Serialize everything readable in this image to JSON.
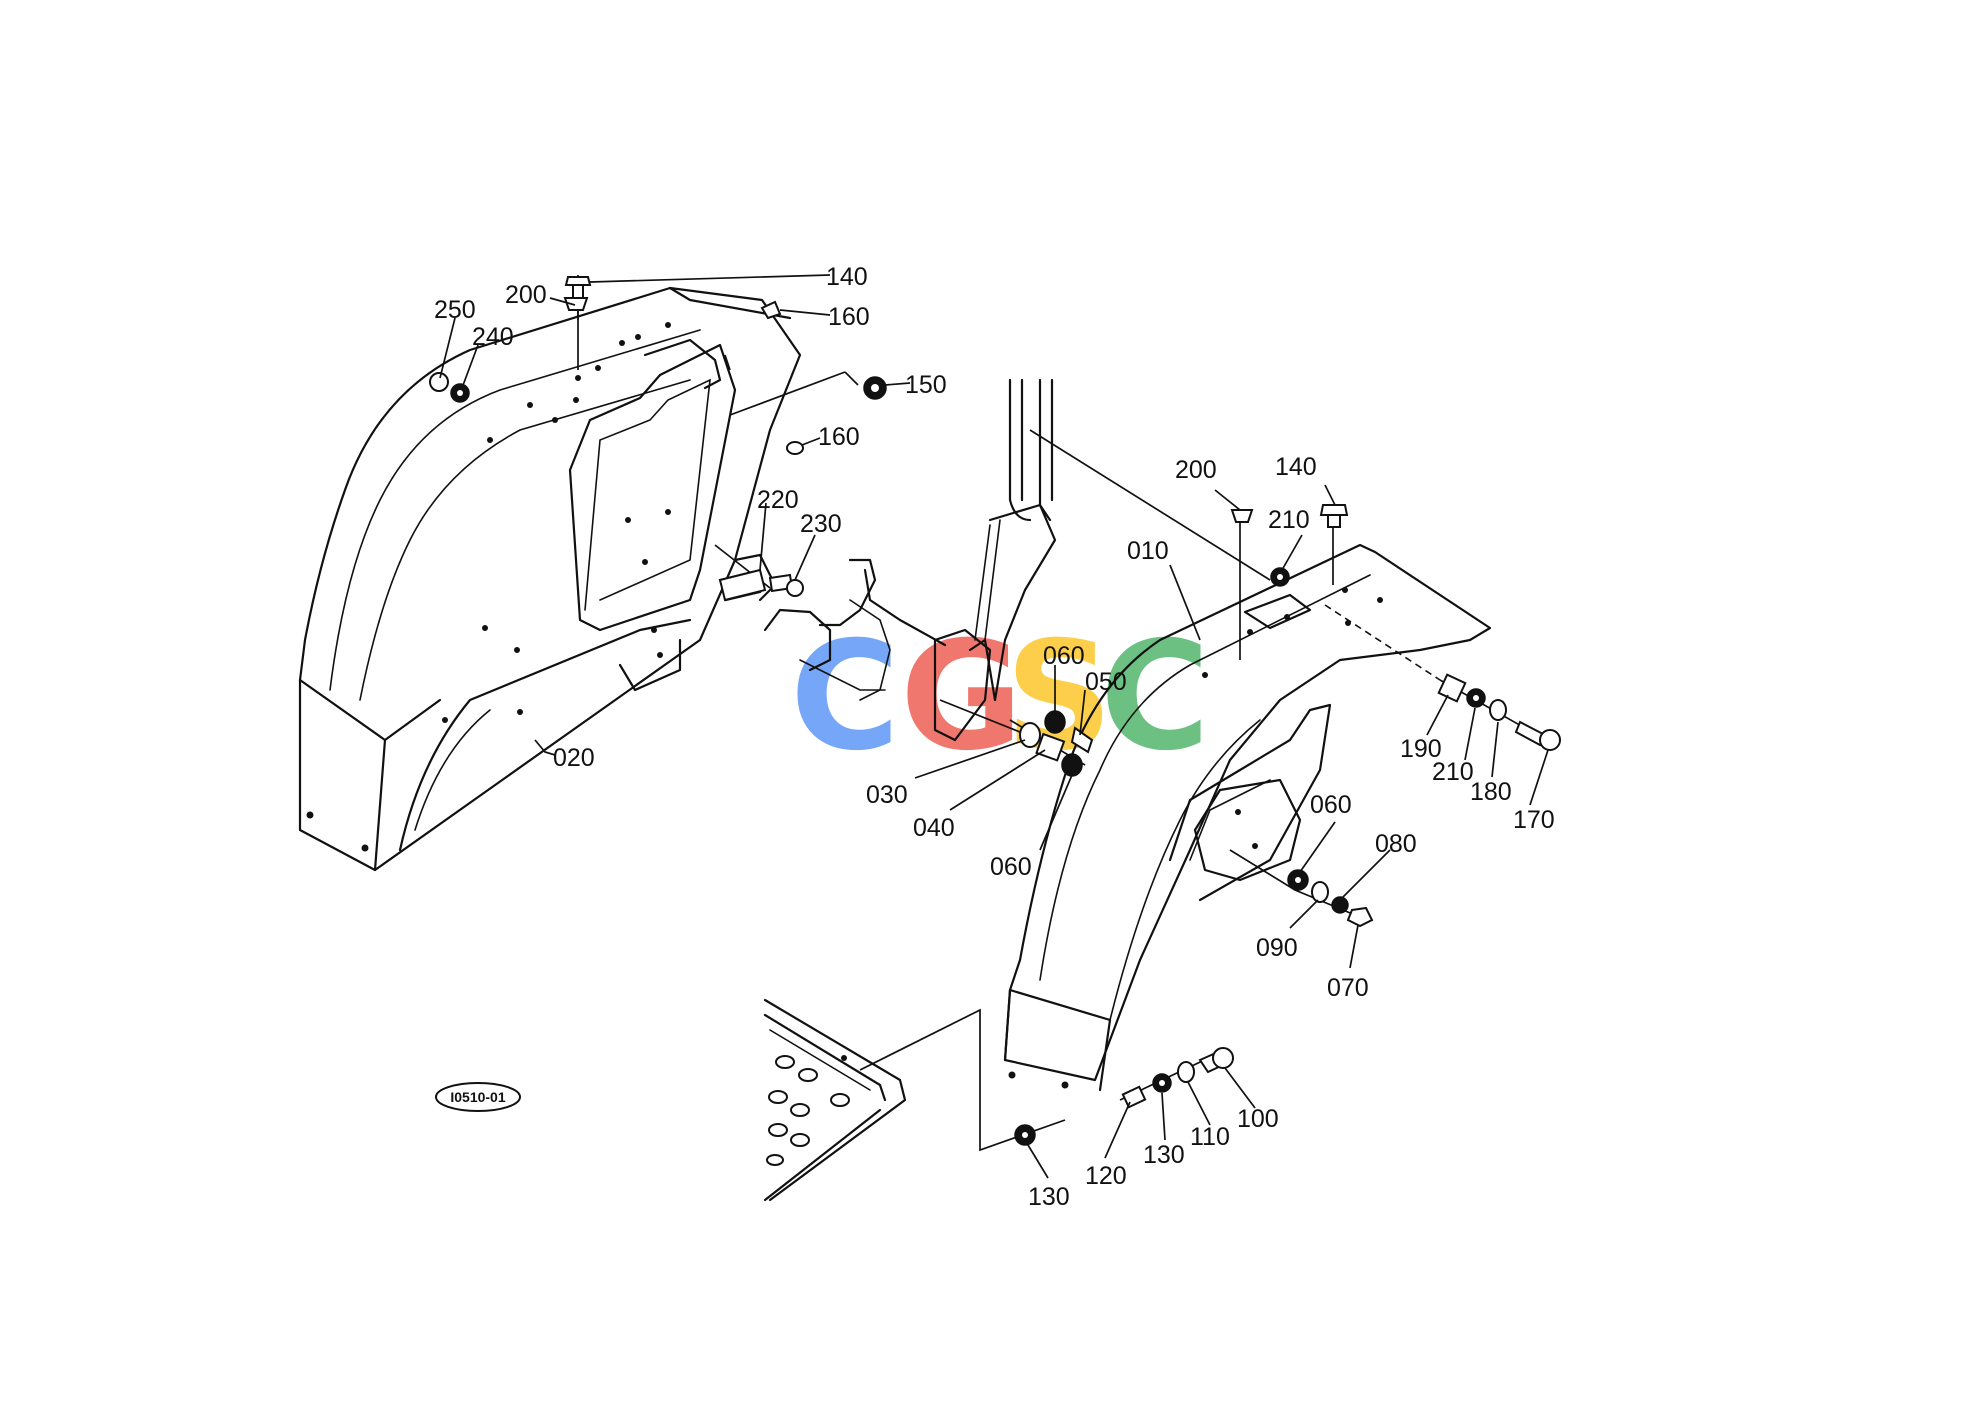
{
  "diagram_code": "I0510-01",
  "watermark": {
    "letters": [
      {
        "char": "C",
        "color": "#4285F4"
      },
      {
        "char": "G",
        "color": "#EA4335"
      },
      {
        "char": "S",
        "color": "#FBBC05"
      },
      {
        "char": "C",
        "color": "#34A853"
      }
    ]
  },
  "parts": {
    "p010": "010",
    "p020": "020",
    "p030": "030",
    "p040": "040",
    "p050": "050",
    "p060_top": "060",
    "p060_mid": "060",
    "p060_right": "060",
    "p070": "070",
    "p080": "080",
    "p090": "090",
    "p100": "100",
    "p110": "110",
    "p120": "120",
    "p130_a": "130",
    "p130_b": "130",
    "p140_left": "140",
    "p140_right": "140",
    "p150": "150",
    "p160_top": "160",
    "p160_mid": "160",
    "p170": "170",
    "p180": "180",
    "p190": "190",
    "p200_left": "200",
    "p200_right": "200",
    "p210_top": "210",
    "p210_right": "210",
    "p220": "220",
    "p230": "230",
    "p240": "240",
    "p250": "250"
  }
}
